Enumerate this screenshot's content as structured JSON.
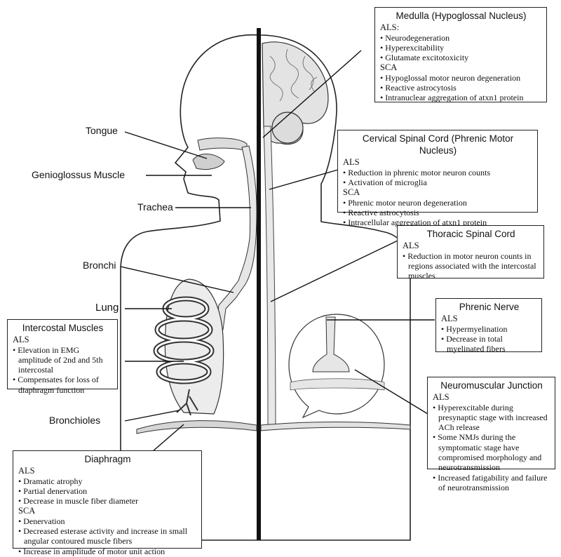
{
  "labels": {
    "tongue": "Tongue",
    "genioglossus": "Genioglossus Muscle",
    "trachea": "Trachea",
    "bronchi": "Bronchi",
    "lung": "Lung",
    "bronchioles": "Bronchioles"
  },
  "boxes": {
    "medulla": {
      "title": "Medulla (Hypoglossal Nucleus)",
      "als_heading": "ALS:",
      "als_items": [
        "Neurodegeneration",
        "Hyperexcitability",
        "Glutamate excitotoxicity"
      ],
      "sca_heading": "SCA",
      "sca_items": [
        "Hypoglossal motor neuron degeneration",
        "Reactive astrocytosis",
        "Intranuclear aggregation of atxn1 protein"
      ]
    },
    "cervical": {
      "title": "Cervical Spinal Cord (Phrenic Motor Nucleus)",
      "als_heading": "ALS",
      "als_items": [
        "Reduction in phrenic motor neuron counts",
        "Activation of microglia"
      ],
      "sca_heading": "SCA",
      "sca_items": [
        "Phrenic motor neuron degeneration",
        "Reactive astrocytosis",
        "Intracellular aggregation of atxn1 protein"
      ]
    },
    "thoracic": {
      "title": "Thoracic Spinal Cord",
      "als_heading": "ALS",
      "als_items": [
        "Reduction in motor neuron counts in regions associated with the intercostal muscles"
      ]
    },
    "phrenic": {
      "title": "Phrenic Nerve",
      "als_heading": "ALS",
      "als_items": [
        "Hypermyelination",
        "Decrease in total myelinated fibers"
      ]
    },
    "nmj": {
      "title": "Neuromuscular Junction",
      "als_heading": "ALS",
      "als_items": [
        "Hyperexcitable during presynaptic stage with increased ACh release",
        "Some NMJs during the symptomatic stage have compromised morphology and neurotransmission",
        "Increased fatigability and failure of neurotransmission"
      ]
    },
    "intercostal": {
      "title": "Intercostal Muscles",
      "als_heading": "ALS",
      "als_items": [
        "Elevation in EMG amplitude of 2nd and 5th intercostal",
        "Compensates for loss of diaphragm function"
      ]
    },
    "diaphragm": {
      "title": "Diaphragm",
      "als_heading": "ALS",
      "als_items": [
        "Dramatic atrophy",
        "Partial denervation",
        "Decrease in muscle fiber diameter"
      ],
      "sca_heading": "SCA",
      "sca_items": [
        "Denervation",
        "Decreased esterase activity and increase in small angular contoured muscle fibers",
        "Increase in amplitude of motor unit action potentials"
      ]
    }
  }
}
